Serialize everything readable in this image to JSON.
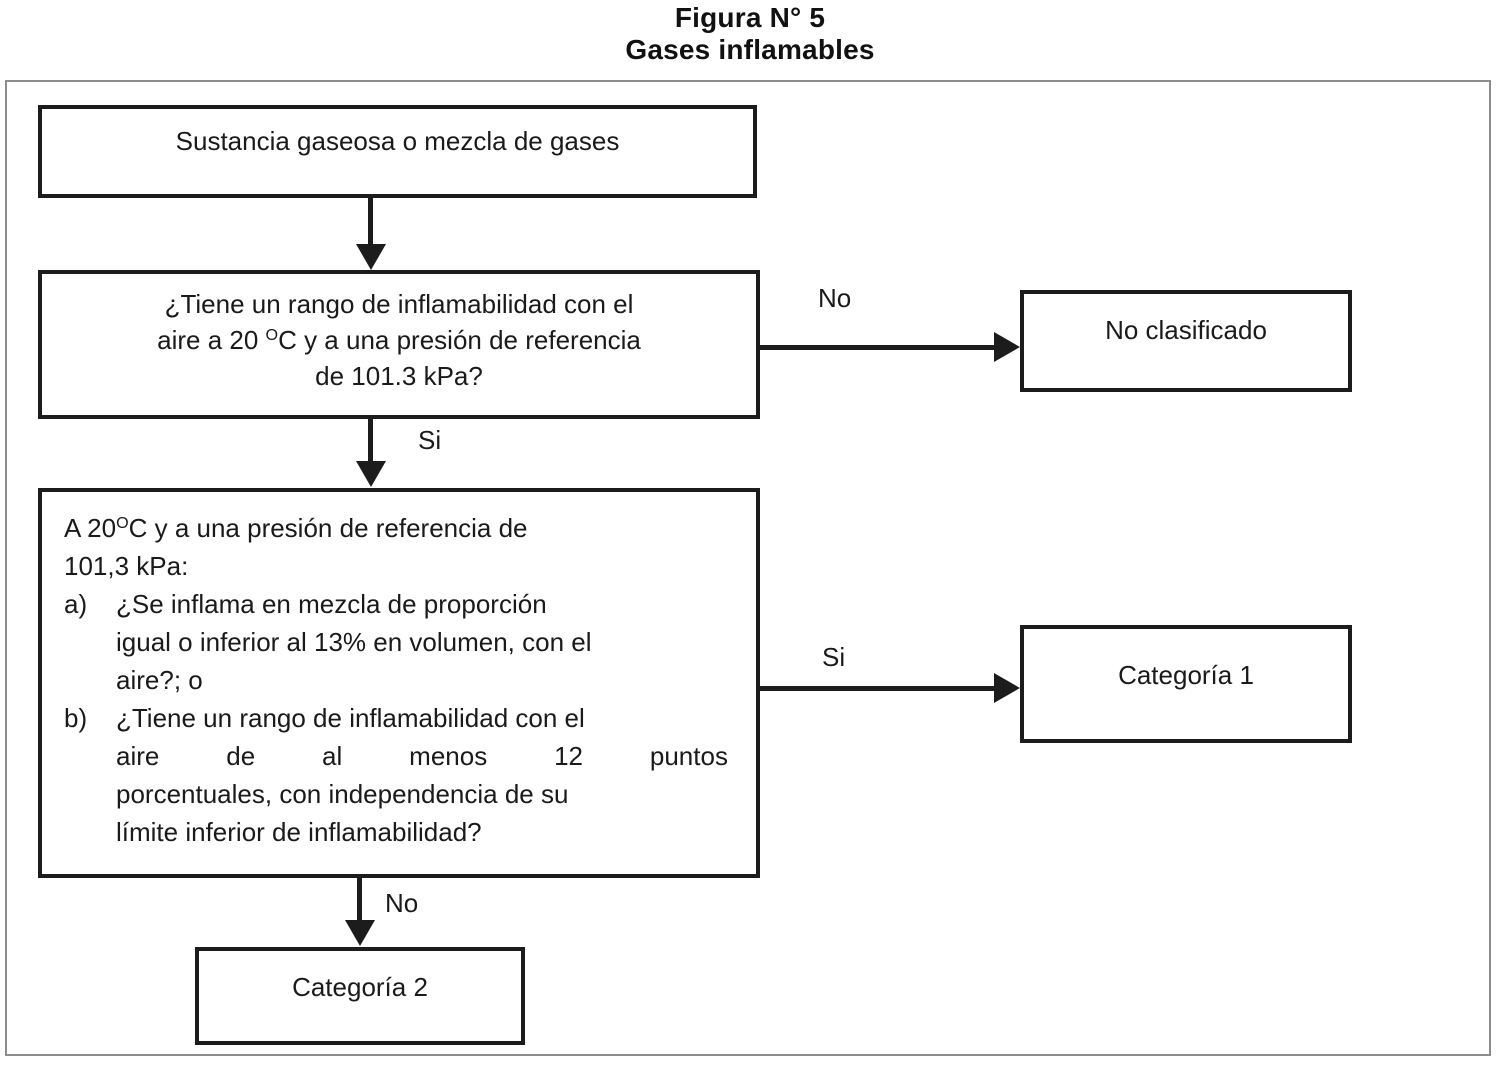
{
  "figure": {
    "title_line1": "Figura N° 5",
    "title_line2": "Gases inflamables"
  },
  "nodes": {
    "start": {
      "id": "sustancia-gaseosa",
      "label": "Sustancia gaseosa o mezcla de gases"
    },
    "question1": {
      "id": "rango-inflamabilidad-20c",
      "line1": "¿Tiene un rango de inflamabilidad con el",
      "line2_before_sup": "aire a 20 ",
      "line2_sup": "O",
      "line2_after_sup": "C y a una presión de referencia",
      "line3": "de 101.3 kPa?"
    },
    "question2": {
      "id": "condiciones-20c-1013kpa",
      "lead_before_sup": "A 20",
      "lead_sup": "O",
      "lead_after_sup": "C y a una presión de referencia de",
      "lead_line2": "101,3 kPa:",
      "items": [
        {
          "marker": "a)",
          "text_line1": "¿Se inflama en mezcla de proporción",
          "text_line2": "igual o inferior al 13% en volumen, con el",
          "text_line3": "aire?; o"
        },
        {
          "marker": "b)",
          "text_line1": "¿Tiene un rango de inflamabilidad con el",
          "text_line2": "aire de al menos 12 puntos",
          "text_line3": "porcentuales, con independencia de su",
          "text_line4": "límite inferior de inflamabilidad?"
        }
      ]
    },
    "no_clasificado": {
      "id": "no-clasificado",
      "label": "No clasificado"
    },
    "categoria1": {
      "id": "categoria-1",
      "label": "Categoría 1"
    },
    "categoria2": {
      "id": "categoria-2",
      "label": "Categoría 2"
    }
  },
  "edges": {
    "q1_no": "No",
    "q1_si": "Si",
    "q2_si": "Si",
    "q2_no": "No"
  },
  "colors": {
    "stroke": "#1c1c1c",
    "frame": "#8c8c8c",
    "text": "#1a1a1a",
    "background": "#ffffff"
  }
}
